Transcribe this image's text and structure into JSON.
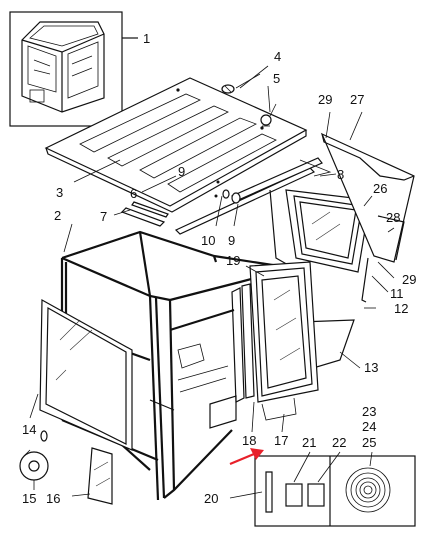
{
  "callouts": [
    {
      "id": "c1",
      "text": "1"
    },
    {
      "id": "c2",
      "text": "2"
    },
    {
      "id": "c3",
      "text": "3"
    },
    {
      "id": "c4",
      "text": "4"
    },
    {
      "id": "c5",
      "text": "5"
    },
    {
      "id": "c6",
      "text": "6"
    },
    {
      "id": "c7",
      "text": "7"
    },
    {
      "id": "c8",
      "text": "8"
    },
    {
      "id": "c9a",
      "text": "9"
    },
    {
      "id": "c9b",
      "text": "9"
    },
    {
      "id": "c10",
      "text": "10"
    },
    {
      "id": "c11",
      "text": "11"
    },
    {
      "id": "c12",
      "text": "12"
    },
    {
      "id": "c13",
      "text": "13"
    },
    {
      "id": "c14",
      "text": "14"
    },
    {
      "id": "c15",
      "text": "15"
    },
    {
      "id": "c16",
      "text": "16"
    },
    {
      "id": "c17",
      "text": "17"
    },
    {
      "id": "c18",
      "text": "18"
    },
    {
      "id": "c19",
      "text": "19"
    },
    {
      "id": "c20",
      "text": "20"
    },
    {
      "id": "c21",
      "text": "21"
    },
    {
      "id": "c22",
      "text": "22"
    },
    {
      "id": "c23",
      "text": "23"
    },
    {
      "id": "c24",
      "text": "24"
    },
    {
      "id": "c25",
      "text": "25"
    },
    {
      "id": "c26",
      "text": "26"
    },
    {
      "id": "c27",
      "text": "27"
    },
    {
      "id": "c28",
      "text": "28"
    },
    {
      "id": "c29a",
      "text": "29"
    },
    {
      "id": "c29b",
      "text": "29"
    }
  ],
  "highlight_arrow_color": "#e8202a",
  "line_color": "#111111"
}
